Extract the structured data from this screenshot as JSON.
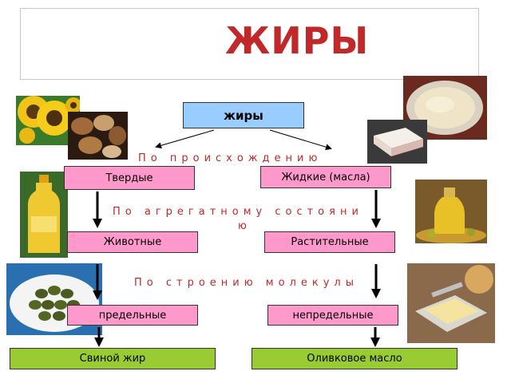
{
  "title": "ЖИРЫ",
  "root": "жиры",
  "captions": {
    "origin": "По происхождению",
    "state_line1": "По агрегатному состояни",
    "state_line2": "ю",
    "structure": "По строению молекулы"
  },
  "left_column": {
    "state": "Твердые",
    "origin": "Животные",
    "structure": "предельные",
    "example": "Свиной жир"
  },
  "right_column": {
    "state": "Жидкие (масла)",
    "origin": "Растительные",
    "structure": "непредельные",
    "example": "Оливковое масло"
  },
  "images": [
    "sunflower",
    "nuts",
    "bowl-of-fat",
    "lard",
    "oil-bottle",
    "olive-oil-jar",
    "olives-plate",
    "butter"
  ],
  "colors": {
    "title": "#c0282a",
    "root_box": "#99ccff",
    "category_box": "#ff99cc",
    "example_box": "#99cc33"
  }
}
